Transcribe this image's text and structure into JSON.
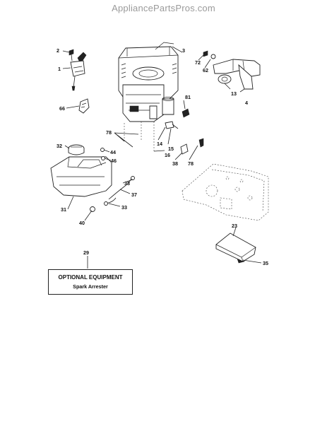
{
  "watermark": "AppliancePartsPros.com",
  "callouts": [
    "2",
    "1",
    "66",
    "3",
    "72",
    "62",
    "13",
    "4",
    "81",
    "78",
    "14",
    "15",
    "78",
    "16",
    "38",
    "32",
    "44",
    "46",
    "33",
    "37",
    "33",
    "31",
    "40",
    "23",
    "35",
    "29"
  ],
  "optional_box": {
    "title": "OPTIONAL EQUIPMENT",
    "item": "Spark Arrester"
  }
}
